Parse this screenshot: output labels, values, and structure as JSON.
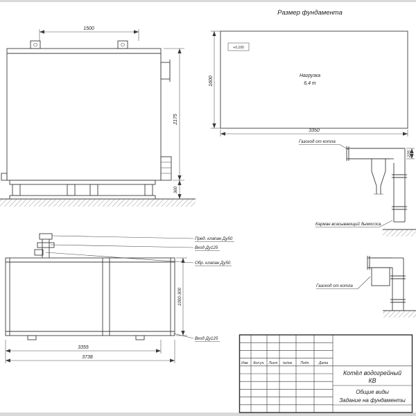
{
  "sheet": {
    "foundation_title": "Размер фундамента"
  },
  "side_view": {
    "dim_width": "1500",
    "dim_height": "2175",
    "dim_support": "360"
  },
  "foundation": {
    "level_mark": "+0.100",
    "load_line1": "Нагрузка",
    "load_line2": "6,4 т",
    "dim_length": "3350",
    "dim_width": "1600"
  },
  "flue_upper": {
    "label": "Газоход от котла",
    "dim_duct": "225",
    "pocket_label": "Карман всасывающий дымососа"
  },
  "flue_lower": {
    "label": "Газоход от котла"
  },
  "plan_view": {
    "label_safety_valve": "Пред. клапан Ду50",
    "label_inlet_upper": "Вход Ду125",
    "label_check_valve": "Обр. клапан Ду50",
    "label_inlet_lower": "Вход Ду125",
    "dim_length_inner": "3355",
    "dim_length_outer": "3738",
    "dim_width": "1000-300"
  },
  "title_block": {
    "headers": [
      "Изм.",
      "Кол.уч.",
      "Лист",
      "№док.",
      "Подп.",
      "Дата"
    ],
    "product_name_line1": "Котёл водогрейный",
    "product_name_line2": "КВ",
    "doc_title_line1": "Общие виды",
    "doc_title_line2": "Задание на фундаменты"
  }
}
